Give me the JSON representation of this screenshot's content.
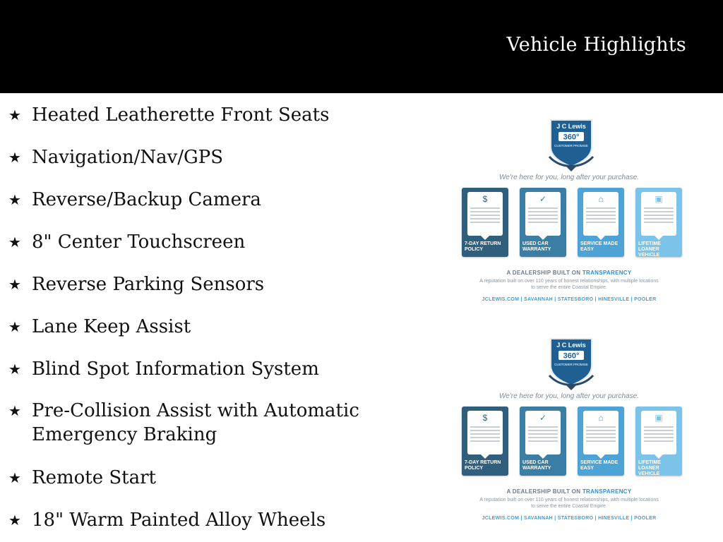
{
  "header": {
    "title": "Vehicle Highlights",
    "background": "#000000"
  },
  "highlights": {
    "bullet_icon": "star-icon",
    "items": [
      {
        "text": "Heated Leatherette Front Seats"
      },
      {
        "text": "Navigation/Nav/GPS"
      },
      {
        "text": "Reverse/Backup Camera"
      },
      {
        "text": "8\" Center Touchscreen"
      },
      {
        "text": "Reverse Parking Sensors"
      },
      {
        "text": "Lane Keep Assist"
      },
      {
        "text": "Blind Spot Information System"
      },
      {
        "line1": "Pre-Collision Assist with Automatic",
        "line2": "Emergency Braking"
      },
      {
        "text": "Remote Start"
      },
      {
        "text": "18\" Warm Painted Alloy Wheels"
      }
    ]
  },
  "promo": {
    "badge_brand": "J C Lewis",
    "badge_number": "360°",
    "badge_caption": "CUSTOMER PROMISE",
    "tagline": "We're here for you, long after your purchase.",
    "cards": [
      {
        "label1": "7-DAY RETURN",
        "label2": "POLICY",
        "color": "#2f5f7d",
        "icon": "dollar-icon"
      },
      {
        "label1": "USED CAR",
        "label2": "WARRANTY",
        "color": "#3b7ea5",
        "icon": "ribbon-icon"
      },
      {
        "label1": "SERVICE MADE",
        "label2": "EASY",
        "color": "#4da2d6",
        "icon": "car-icon"
      },
      {
        "label1": "LIFETIME LOANER",
        "label2": "VEHICLE",
        "color": "#7cc3ea",
        "icon": "loaner-icon"
      }
    ],
    "heading_pre": "A DEALERSHIP BUILT ON ",
    "heading_accent": "TRANSPARENCY",
    "subtext": "A reputation built on over 110 years of honest relationships, with multiple locations to serve the entire Coastal Empire.",
    "locations": "JCLEWIS.COM | SAVANNAH | STATESBORO | HINESVILLE | POOLER"
  }
}
